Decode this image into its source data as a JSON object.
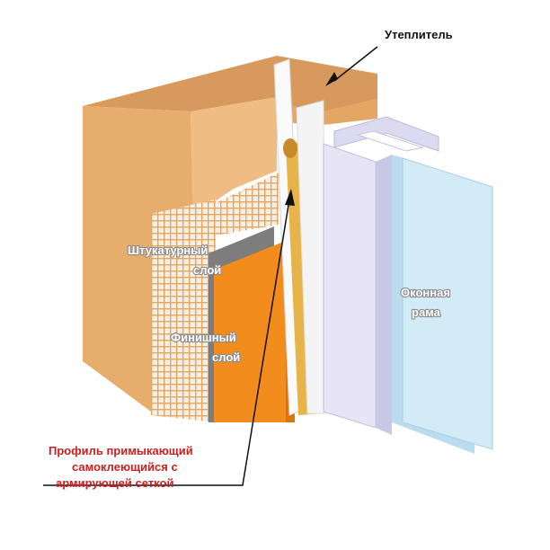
{
  "labels": {
    "insulation": "Утеплитель",
    "plaster_line1": "Штукатурный",
    "plaster_line2": "слой",
    "finish_line1": "Финишный",
    "finish_line2": "слой",
    "window_line1": "Оконная",
    "window_line2": "рама",
    "profile_line1": "Профиль примыкающий",
    "profile_line2": "самоклеющийся с",
    "profile_line3": "армирующей сеткой"
  },
  "colors": {
    "insulation_front": "#e8b071",
    "insulation_top": "#d89a5c",
    "finish_layer": "#f28c1c",
    "plaster_layer": "#7a7a7a",
    "window_glass": "#cfe8f5",
    "window_frame": "#e4e2f2",
    "annotation_red": "#cc1f1f"
  }
}
